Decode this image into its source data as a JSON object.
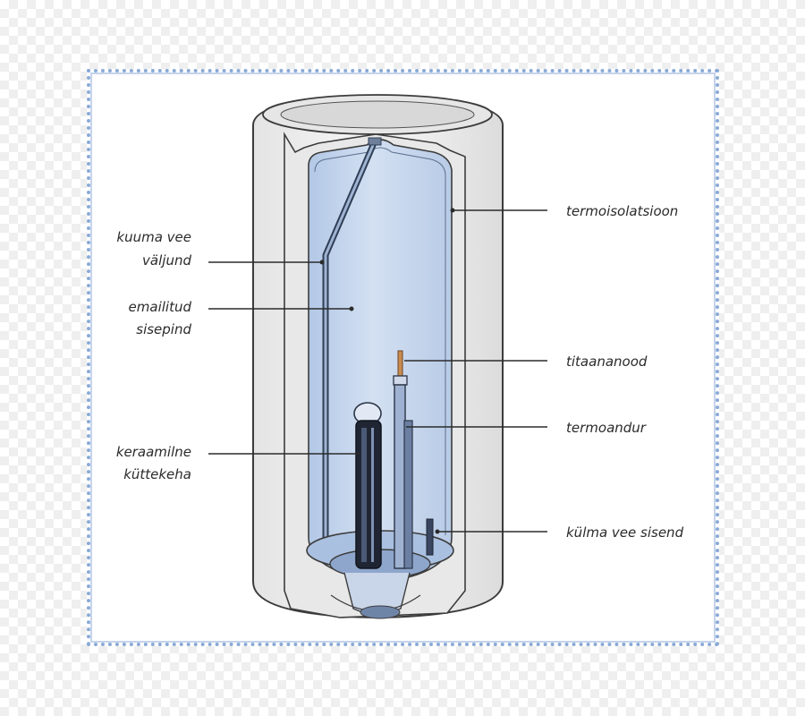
{
  "labels": {
    "hot_water_outlet": [
      "kuuma vee",
      "väljund"
    ],
    "enamelled_inner_surface": [
      "emailitud",
      "sisepind"
    ],
    "ceramic_heater": [
      "keraamilne",
      "küttekeha"
    ],
    "thermal_insulation": "termoisolatsioon",
    "titanium_anode": "titaananood",
    "thermo_sensor": "termoandur",
    "cold_water_inlet": "külma vee sisend"
  },
  "colors": {
    "tank_water": "#c6d6ec",
    "insulation": "#f0f0f0",
    "outline": "#3c3c3c",
    "frame_border": "#8aaad6",
    "anode_tip": "#c98b4f"
  }
}
